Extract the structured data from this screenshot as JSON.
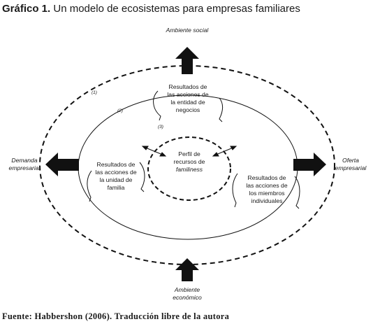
{
  "header": {
    "title_prefix": "Gráfico 1.",
    "title_text": "Un modelo de ecosistemas para empresas familiares"
  },
  "diagram": {
    "arrow_labels": {
      "top": [
        "Ambiente social"
      ],
      "left": [
        "Demanda",
        "empresarial"
      ],
      "right": [
        "Oferta",
        "empresarial"
      ],
      "bottom": [
        "Ambiente",
        "económico"
      ]
    },
    "ring_numbers": [
      "(1)",
      "(2)",
      "(3)"
    ],
    "center": [
      "Perfil de",
      "recursos de",
      "familiness"
    ],
    "nodes": {
      "top": [
        "Resultados de",
        "las acciones de",
        "la entidad de",
        "negocios"
      ],
      "left": [
        "Resultados de",
        "las acciones de",
        "la unidad de",
        "familia"
      ],
      "right": [
        "Resultados de",
        "las acciones de",
        "los miembros",
        "individuales"
      ]
    }
  },
  "footer": {
    "source": "Fuente: Habbershon (2006). Traducción libre de la autora"
  }
}
